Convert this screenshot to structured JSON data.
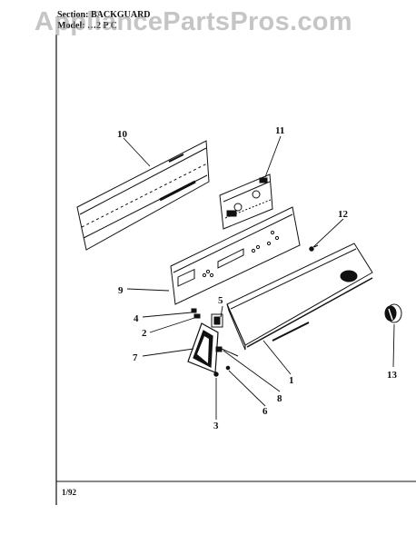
{
  "header": {
    "section_label": "Section:",
    "section_value": "BACKGUARD",
    "model_label": "Model:",
    "model_value": "…2 P C"
  },
  "watermark": "AppliancePartsPros.com",
  "footer": {
    "date": "1/92"
  },
  "callouts": [
    "10",
    "11",
    "12",
    "9",
    "5",
    "4",
    "2",
    "7",
    "1",
    "8",
    "6",
    "3",
    "13"
  ],
  "colors": {
    "ink": "#111111",
    "watermark": "#969696"
  }
}
